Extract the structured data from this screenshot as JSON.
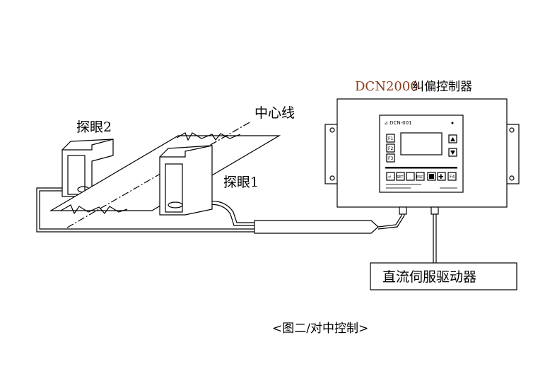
{
  "controller": {
    "model": "DCN2000",
    "name": "纠偏控制器",
    "keys": {
      "f1": "F1",
      "f2": "F2",
      "f3": "F3",
      "set": "SET",
      "esc": "ESC",
      "f4": "F4"
    }
  },
  "labels": {
    "sensor2": "探眼2",
    "sensor1": "探眼1",
    "centerline": "中心线",
    "driver": "直流伺服驱动器"
  },
  "caption": "<图二/对中控制>"
}
